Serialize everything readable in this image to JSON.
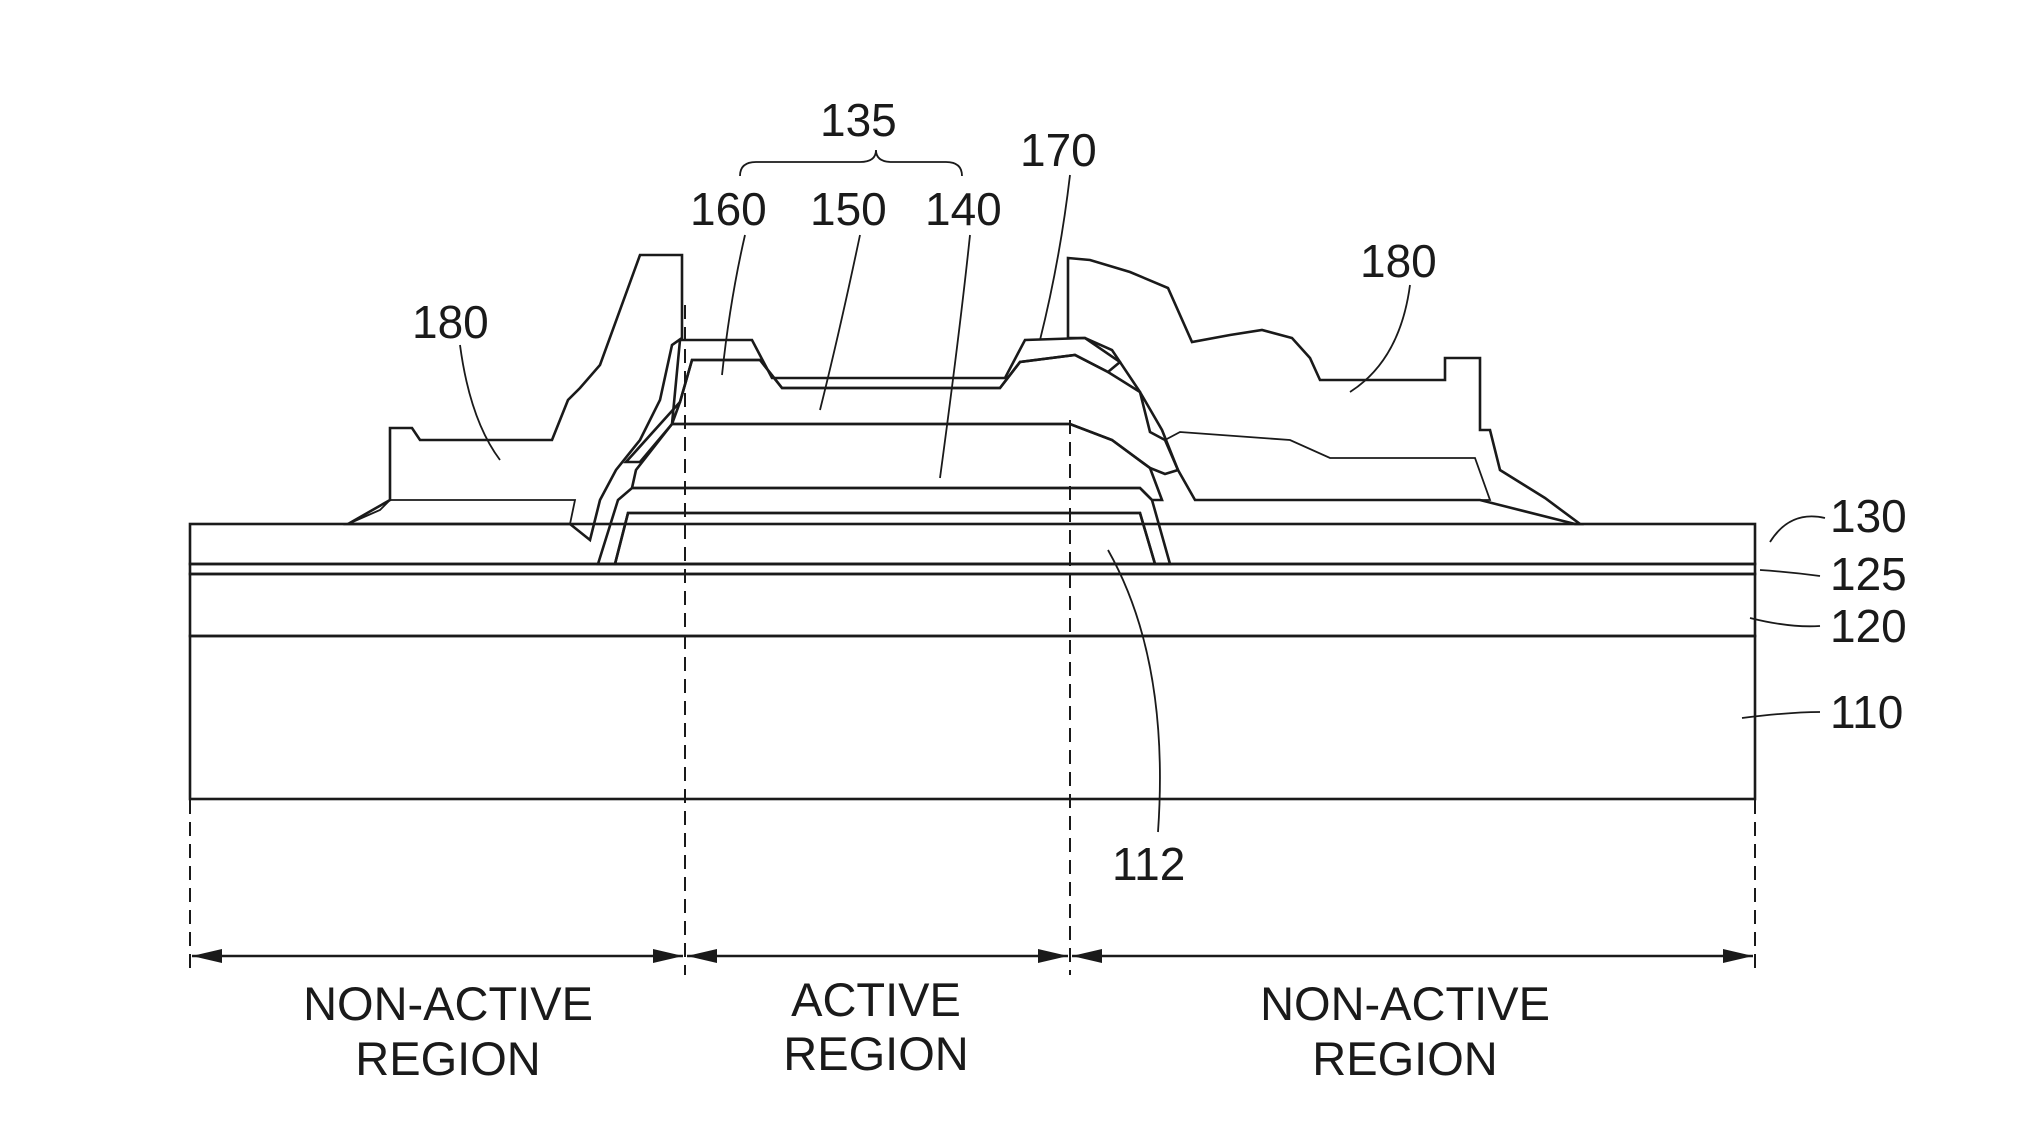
{
  "figure": {
    "labels": {
      "l135": "135",
      "l160": "160",
      "l150": "150",
      "l140": "140",
      "l170": "170",
      "l180_left": "180",
      "l180_right": "180",
      "l130": "130",
      "l125": "125",
      "l120": "120",
      "l110": "110",
      "l112": "112"
    },
    "regions": {
      "left_line1": "NON-ACTIVE",
      "left_line2": "REGION",
      "center_line1": "ACTIVE",
      "center_line2": "REGION",
      "right_line1": "NON-ACTIVE",
      "right_line2": "REGION"
    }
  }
}
